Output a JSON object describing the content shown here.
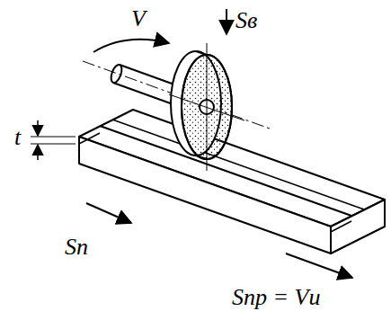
{
  "diagram": {
    "labels": [
      "V",
      "Sв",
      "t",
      "Sп",
      "Sпр = Vи"
    ]
  }
}
